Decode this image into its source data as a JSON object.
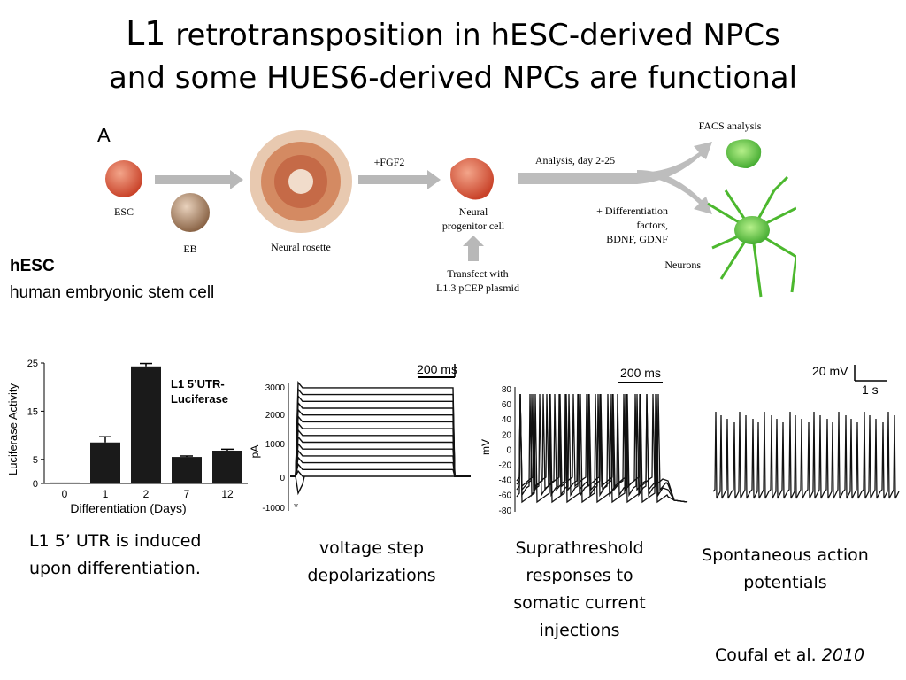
{
  "slide": {
    "title_l1": "L1",
    "title_rest": "retrotransposition in hESC-derived NPCs",
    "title_line2": "and some HUES6-derived NPCs are functional",
    "hesc_abbr": "hESC",
    "hesc_full": "human embryonic stem cell",
    "citation_authors": "Coufal et al.",
    "citation_year": "2010"
  },
  "schematic": {
    "panel_label": "A",
    "esc": "ESC",
    "eb": "EB",
    "rosette": "Neural rosette",
    "fgf2": "+FGF2",
    "npc_line1": "Neural",
    "npc_line2": "progenitor cell",
    "transfect_line1": "Transfect with",
    "transfect_line2": "L1.3 pCEP plasmid",
    "analysis": "Analysis, day 2-25",
    "facs": "FACS  analysis",
    "diff_line1": "+ Differentiation",
    "diff_line2": "factors,",
    "diff_line3": "BDNF, GDNF",
    "neurons": "Neurons",
    "colors": {
      "esc": "#d9593a",
      "npc": "#d9593a",
      "neuron": "#5bc43a",
      "arrow": "#b0b0b0"
    }
  },
  "luciferase_chart": {
    "chart_data": {
      "type": "bar",
      "categories": [
        "0",
        "1",
        "2",
        "7",
        "12"
      ],
      "values": [
        0.2,
        8.5,
        24.3,
        5.5,
        6.8
      ],
      "error": [
        0.1,
        1.2,
        0.6,
        0.2,
        0.3
      ],
      "yticks": [
        0,
        5,
        15,
        25
      ],
      "ylim": [
        0,
        25
      ],
      "ylabel": "Luciferase  Activity",
      "xlabel": "Differentiation  (Days)",
      "legend_line1": "L1 5’UTR-",
      "legend_line2": "Luciferase"
    },
    "caption": "L1 5’ UTR is induced upon differentiation."
  },
  "voltage_step": {
    "scale_label": "200 ms",
    "yticks": [
      "3000",
      "2000",
      "1000",
      "0",
      "-1000"
    ],
    "ylabel": "pA",
    "star": "*",
    "caption_line1": "voltage step",
    "caption_line2": "depolarizations"
  },
  "suprathreshold": {
    "scale_label": "200 ms",
    "yticks": [
      "80",
      "60",
      "40",
      "20",
      "0",
      "-20",
      "-40",
      "-60",
      "-80"
    ],
    "ylabel": "mV",
    "caption_line1": "Suprathreshold",
    "caption_line2": "responses to",
    "caption_line3": "somatic current",
    "caption_line4": "injections"
  },
  "spontaneous": {
    "scale_v": "20 mV",
    "scale_t": "1 s",
    "caption_line1": "Spontaneous action",
    "caption_line2": "potentials"
  }
}
